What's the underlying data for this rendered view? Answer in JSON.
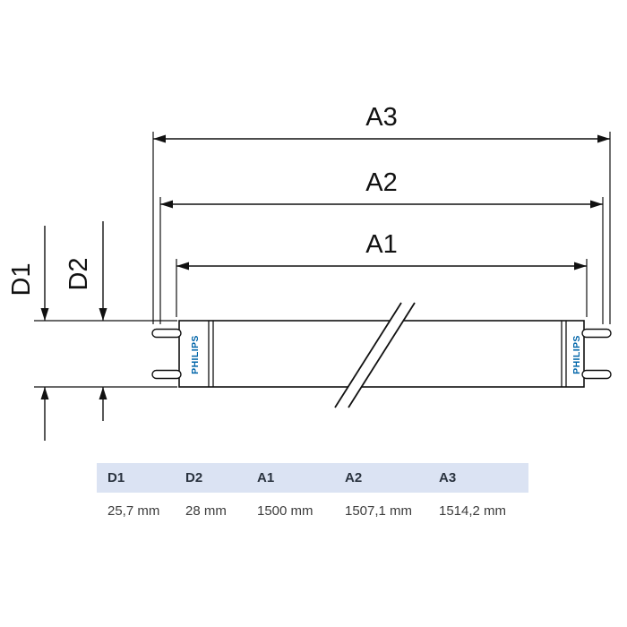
{
  "diagram": {
    "labels": {
      "a1": "A1",
      "a2": "A2",
      "a3": "A3",
      "d1": "D1",
      "d2": "D2"
    },
    "brand": "PHILIPS",
    "colors": {
      "line": "#111111",
      "brand_blue": "#0065a9"
    }
  },
  "table": {
    "headers": [
      "D1",
      "D2",
      "A1",
      "A2",
      "A3"
    ],
    "values": [
      "25,7 mm",
      "28 mm",
      "1500 mm",
      "1507,1 mm",
      "1514,2 mm"
    ],
    "colors": {
      "header_bg": "#dbe3f3",
      "header_text": "#2a333f",
      "value_text": "#3c3c3c"
    }
  }
}
